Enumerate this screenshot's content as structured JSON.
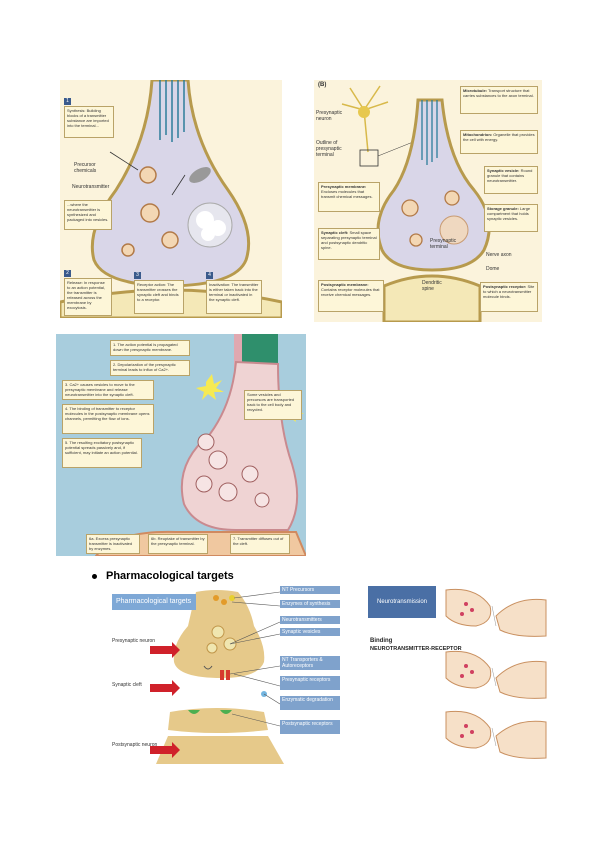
{
  "fig1": {
    "boxes": [
      {
        "num": "1",
        "text": "Synthesis: Building blocks of a transmitter substance are imported into the terminal..."
      },
      {
        "num": "",
        "text": "...where the neurotransmitter is synthesized and packaged into vesicles."
      },
      {
        "num": "2",
        "text": "Release: In response to an action potential, the transmitter is released across the membrane by exocytosis."
      },
      {
        "num": "3",
        "text": "Receptor action: The transmitter crosses the synaptic cleft and binds to a receptor."
      },
      {
        "num": "4",
        "text": "Inactivation: The transmitter is either taken back into the terminal or inactivated in the synaptic cleft."
      }
    ],
    "labels": {
      "precursor": "Precursor chemicals",
      "neurotransmitter": "Neurotransmitter"
    }
  },
  "fig2": {
    "panel_letter": "(B)",
    "labels": {
      "presynaptic": "Presynaptic neuron",
      "outline": "Outline of presynaptic terminal",
      "terminal": "Presynaptic terminal",
      "dendritic_spine": "Dendritic spine",
      "axon": "Nerve axon",
      "dome": "Dome"
    },
    "boxes": [
      {
        "title": "Microtubule:",
        "text": "Transport structure that carries substances to the axon terminal."
      },
      {
        "title": "Mitochondrion:",
        "text": "Organelle that provides the cell with energy."
      },
      {
        "title": "Synaptic vesicle:",
        "text": "Round granule that contains neurotransmitter."
      },
      {
        "title": "Storage granule:",
        "text": "Large compartment that holds synaptic vesicles."
      },
      {
        "title": "Presynaptic membrane:",
        "text": "Encloses molecules that transmit chemical messages."
      },
      {
        "title": "Synaptic cleft:",
        "text": "Small space separating presynaptic terminal and postsynaptic dendritic spine."
      },
      {
        "title": "Postsynaptic membrane:",
        "text": "Contains receptor molecules that receive chemical messages."
      },
      {
        "title": "Postsynaptic receptor:",
        "text": "Site to which a neurotransmitter molecule binds."
      }
    ]
  },
  "fig3": {
    "boxes": [
      "1. The action potential is propagated down the presynaptic membrane.",
      "2. Depolarization of the presynaptic terminal leads to influx of Ca2+.",
      "3. Ca2+ causes vesicles to move to the presynaptic membrane and release neurotransmitter into the synaptic cleft.",
      "4. The binding of transmitter to receptor molecules in the postsynaptic membrane opens channels, permitting the flow of ions.",
      "5. The resulting excitatory postsynaptic potential spreads passively and, if sufficient, may initiate an action potential.",
      "Some vesicles and precursors are transported back to the cell body and recycled.",
      "6a. Excess presynaptic transmitter is inactivated by enzymes.",
      "6b. Reuptake of transmitter by the presynaptic terminal.",
      "7. Transmitter diffuses out of the cleft."
    ]
  },
  "bullet": {
    "text": "Pharmacological targets"
  },
  "fig4": {
    "title": "Pharmacological targets",
    "targets": [
      "NT Precursors",
      "Enzymes of synthesis",
      "Neurotransmitters",
      "Synaptic vesicles",
      "NT Transporters & Autoreceptors",
      "Presynaptic receptors",
      "Enzymatic degradation",
      "Postsynaptic receptors"
    ],
    "side_labels": [
      "Presynaptic neuron",
      "Synaptic cleft",
      "Postsynaptic neuron"
    ]
  },
  "fig5": {
    "header": "Neurotransmission",
    "caption_line1": "Binding",
    "caption_line2": "NEUROTRANSMITTER-RECEPTOR"
  }
}
